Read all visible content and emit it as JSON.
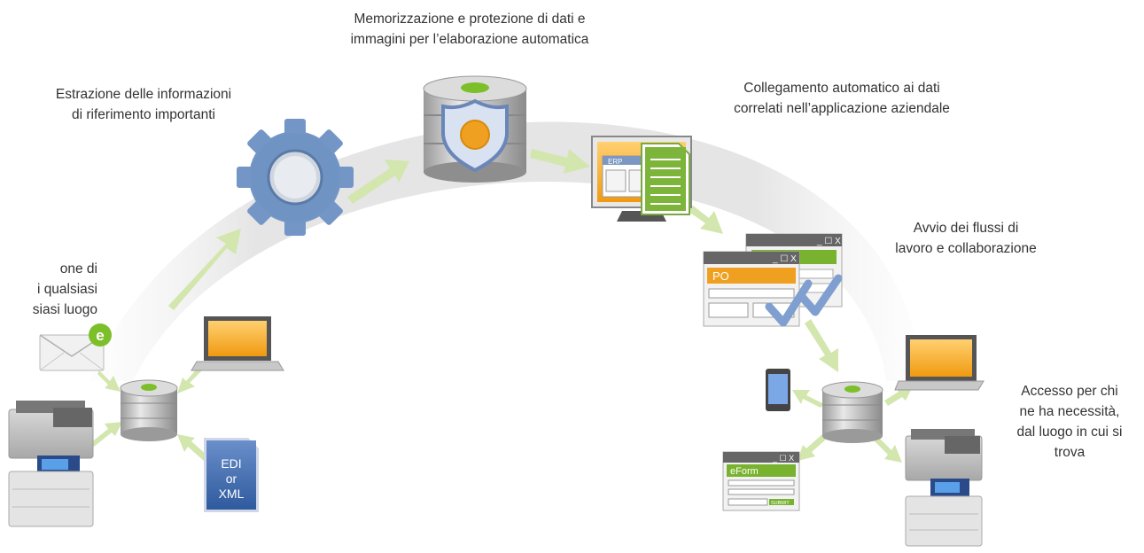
{
  "captions": {
    "capture": [
      "one di",
      "i qualsiasi",
      "siasi luogo"
    ],
    "extract": [
      "Estrazione delle informazioni",
      "di riferimento importanti"
    ],
    "store": [
      "Memorizzazione e protezione di dati e",
      "immagini per l’elaborazione automatica"
    ],
    "link": [
      "Collegamento automatico ai dati",
      "correlati nell’applicazione aziendale"
    ],
    "workflow": [
      "Avvio dei flussi di",
      "lavoro e collaborazione"
    ],
    "access": [
      "Accesso per chi",
      "ne ha necessità,",
      "dal luogo in cui si",
      "trova"
    ]
  },
  "icons": {
    "email_badge": "e",
    "doc_format": [
      "EDI",
      "or",
      "XML"
    ],
    "erp_label": "ERP",
    "po_label": "PO",
    "window_controls": "_ ☐ X",
    "eform_title": "eForm",
    "submit_label": "SUBMIT"
  },
  "colors": {
    "arc": "#e3e3e3",
    "arrow": "#cfe3a8",
    "gear": "#6f93c2",
    "orange": "#f0a020",
    "green": "#78b22e",
    "check": "#7e9fcf"
  }
}
